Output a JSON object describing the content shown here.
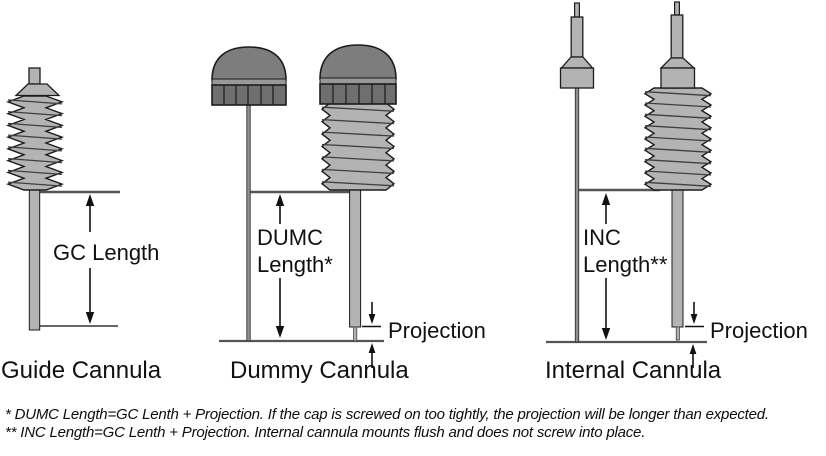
{
  "figures": {
    "guide": {
      "caption": "Guide Cannula",
      "length_label": "GC Length"
    },
    "dummy": {
      "caption": "Dummy Cannula",
      "length_label_line1": "DUMC",
      "length_label_line2": "Length*",
      "projection_label": "Projection"
    },
    "internal": {
      "caption": "Internal Cannula",
      "length_label_line1": "INC",
      "length_label_line2": "Length**",
      "projection_label": "Projection"
    }
  },
  "footnotes": {
    "line1": "* DUMC Length=GC Lenth + Projection. If the cap is screwed on too tightly, the projection will be longer than expected.",
    "line2": "** INC Length=GC Lenth + Projection. Internal cannula mounts flush and does not screw into place."
  },
  "colors": {
    "part_light_gray": "#b3b3b3",
    "cap_dark_gray": "#757575",
    "outline": "#1c1c1c",
    "measure_line": "#555555",
    "text": "#111111"
  }
}
